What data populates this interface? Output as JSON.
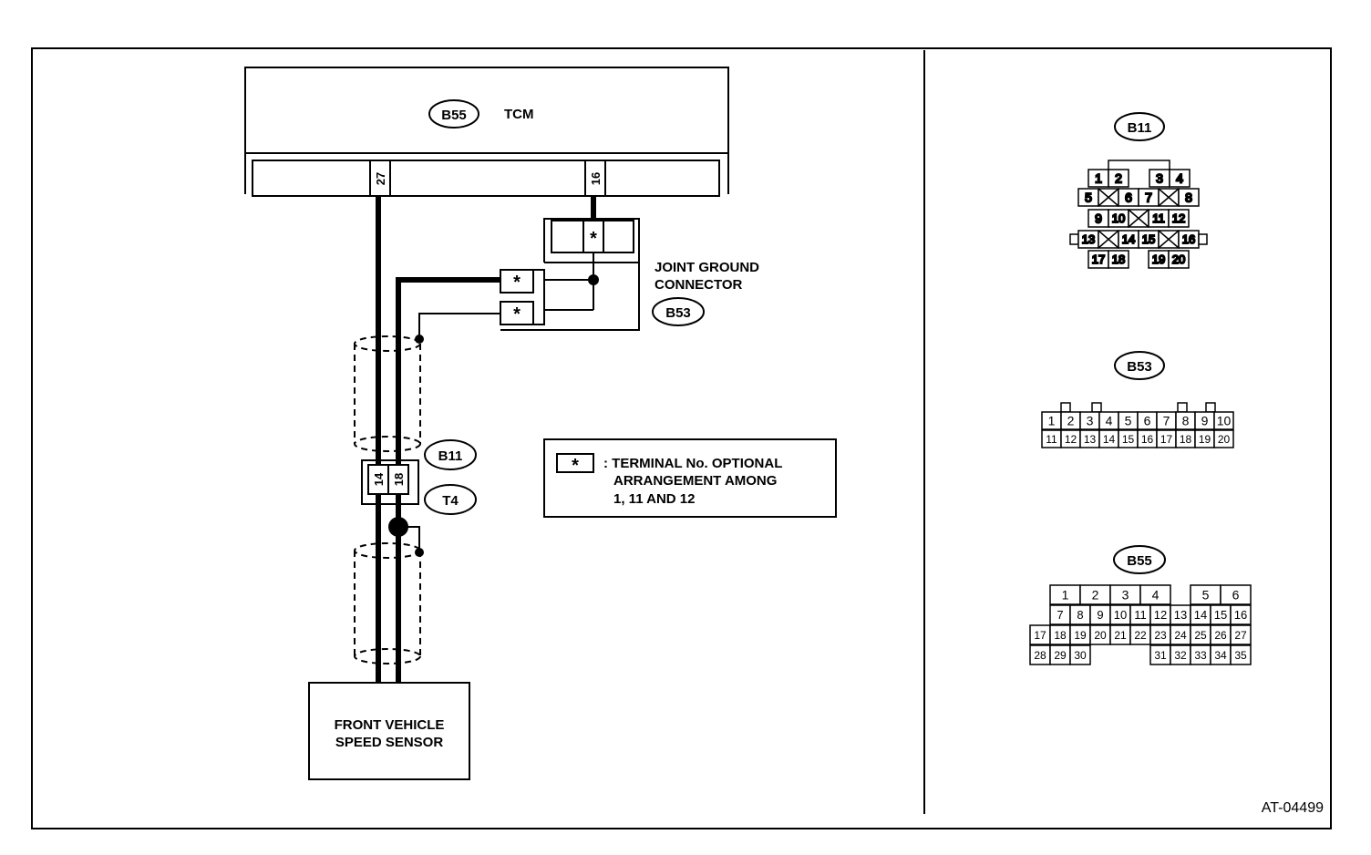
{
  "tcm": {
    "ref": "B55",
    "label": "TCM",
    "pin_left": "27",
    "pin_right": "16"
  },
  "joint": {
    "line1": "JOINT GROUND",
    "line2": "CONNECTOR",
    "ref": "B53",
    "mark": "*"
  },
  "sensor": {
    "line1": "FRONT VEHICLE",
    "line2": "SPEED SENSOR"
  },
  "inline": {
    "ref_top": "B11",
    "ref_bottom": "T4",
    "pin_a": "14",
    "pin_b": "18"
  },
  "note": {
    "mark": "*",
    "line1": ": TERMINAL No. OPTIONAL",
    "line2": "ARRANGEMENT AMONG",
    "line3": "1, 11 AND 12"
  },
  "connectors": {
    "b11": {
      "ref": "B11",
      "row1": [
        "1",
        "2",
        "3",
        "4"
      ],
      "row2": [
        "5",
        "6",
        "7",
        "8"
      ],
      "row3": [
        "9",
        "10",
        "11",
        "12"
      ],
      "row4": [
        "13",
        "14",
        "15",
        "16"
      ],
      "row5": [
        "17",
        "18",
        "19",
        "20"
      ]
    },
    "b53": {
      "ref": "B53",
      "row1": [
        "1",
        "2",
        "3",
        "4",
        "5",
        "6",
        "7",
        "8",
        "9",
        "10"
      ],
      "row2": [
        "11",
        "12",
        "13",
        "14",
        "15",
        "16",
        "17",
        "18",
        "19",
        "20"
      ]
    },
    "b55": {
      "ref": "B55",
      "row1": [
        "1",
        "2",
        "3",
        "4",
        "5",
        "6"
      ],
      "row2": [
        "7",
        "8",
        "9",
        "10",
        "11",
        "12",
        "13",
        "14",
        "15",
        "16"
      ],
      "row3": [
        "17",
        "18",
        "19",
        "20",
        "21",
        "22",
        "23",
        "24",
        "25",
        "26",
        "27"
      ],
      "row4": [
        "28",
        "29",
        "30",
        "31",
        "32",
        "33",
        "34",
        "35"
      ]
    }
  },
  "code": "AT-04499"
}
